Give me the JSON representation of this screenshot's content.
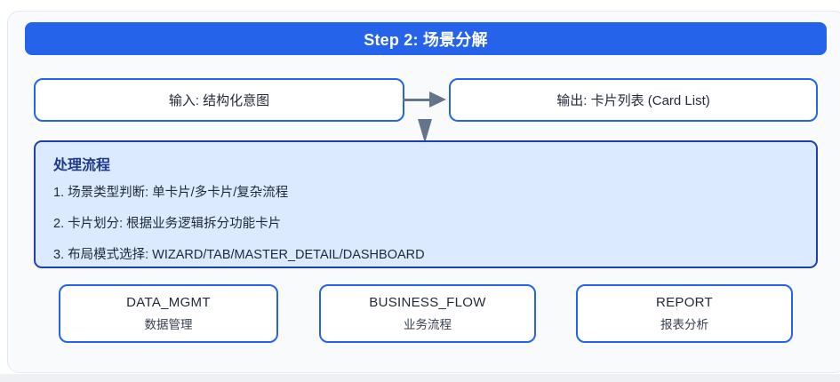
{
  "header": {
    "title": "Step 2: 场景分解"
  },
  "flow": {
    "input_label": "输入: 结构化意图",
    "output_label": "输出: 卡片列表 (Card List)"
  },
  "process": {
    "title": "处理流程",
    "steps": [
      "1. 场景类型判断: 单卡片/多卡片/复杂流程",
      "2. 卡片划分: 根据业务逻辑拆分功能卡片",
      "3. 布局模式选择: WIZARD/TAB/MASTER_DETAIL/DASHBOARD"
    ]
  },
  "scenario_types": [
    {
      "code": "DATA_MGMT",
      "label": "数据管理"
    },
    {
      "code": "BUSINESS_FLOW",
      "label": "业务流程"
    },
    {
      "code": "REPORT",
      "label": "报表分析"
    }
  ],
  "colors": {
    "accent_blue": "#2563eb",
    "process_border": "#1e40af",
    "process_bg": "#dbeafe",
    "process_title": "#1e3a8a",
    "arrow_gray": "#64748b",
    "card_bg": "#f8fafc",
    "text_dark": "#1f2937"
  }
}
